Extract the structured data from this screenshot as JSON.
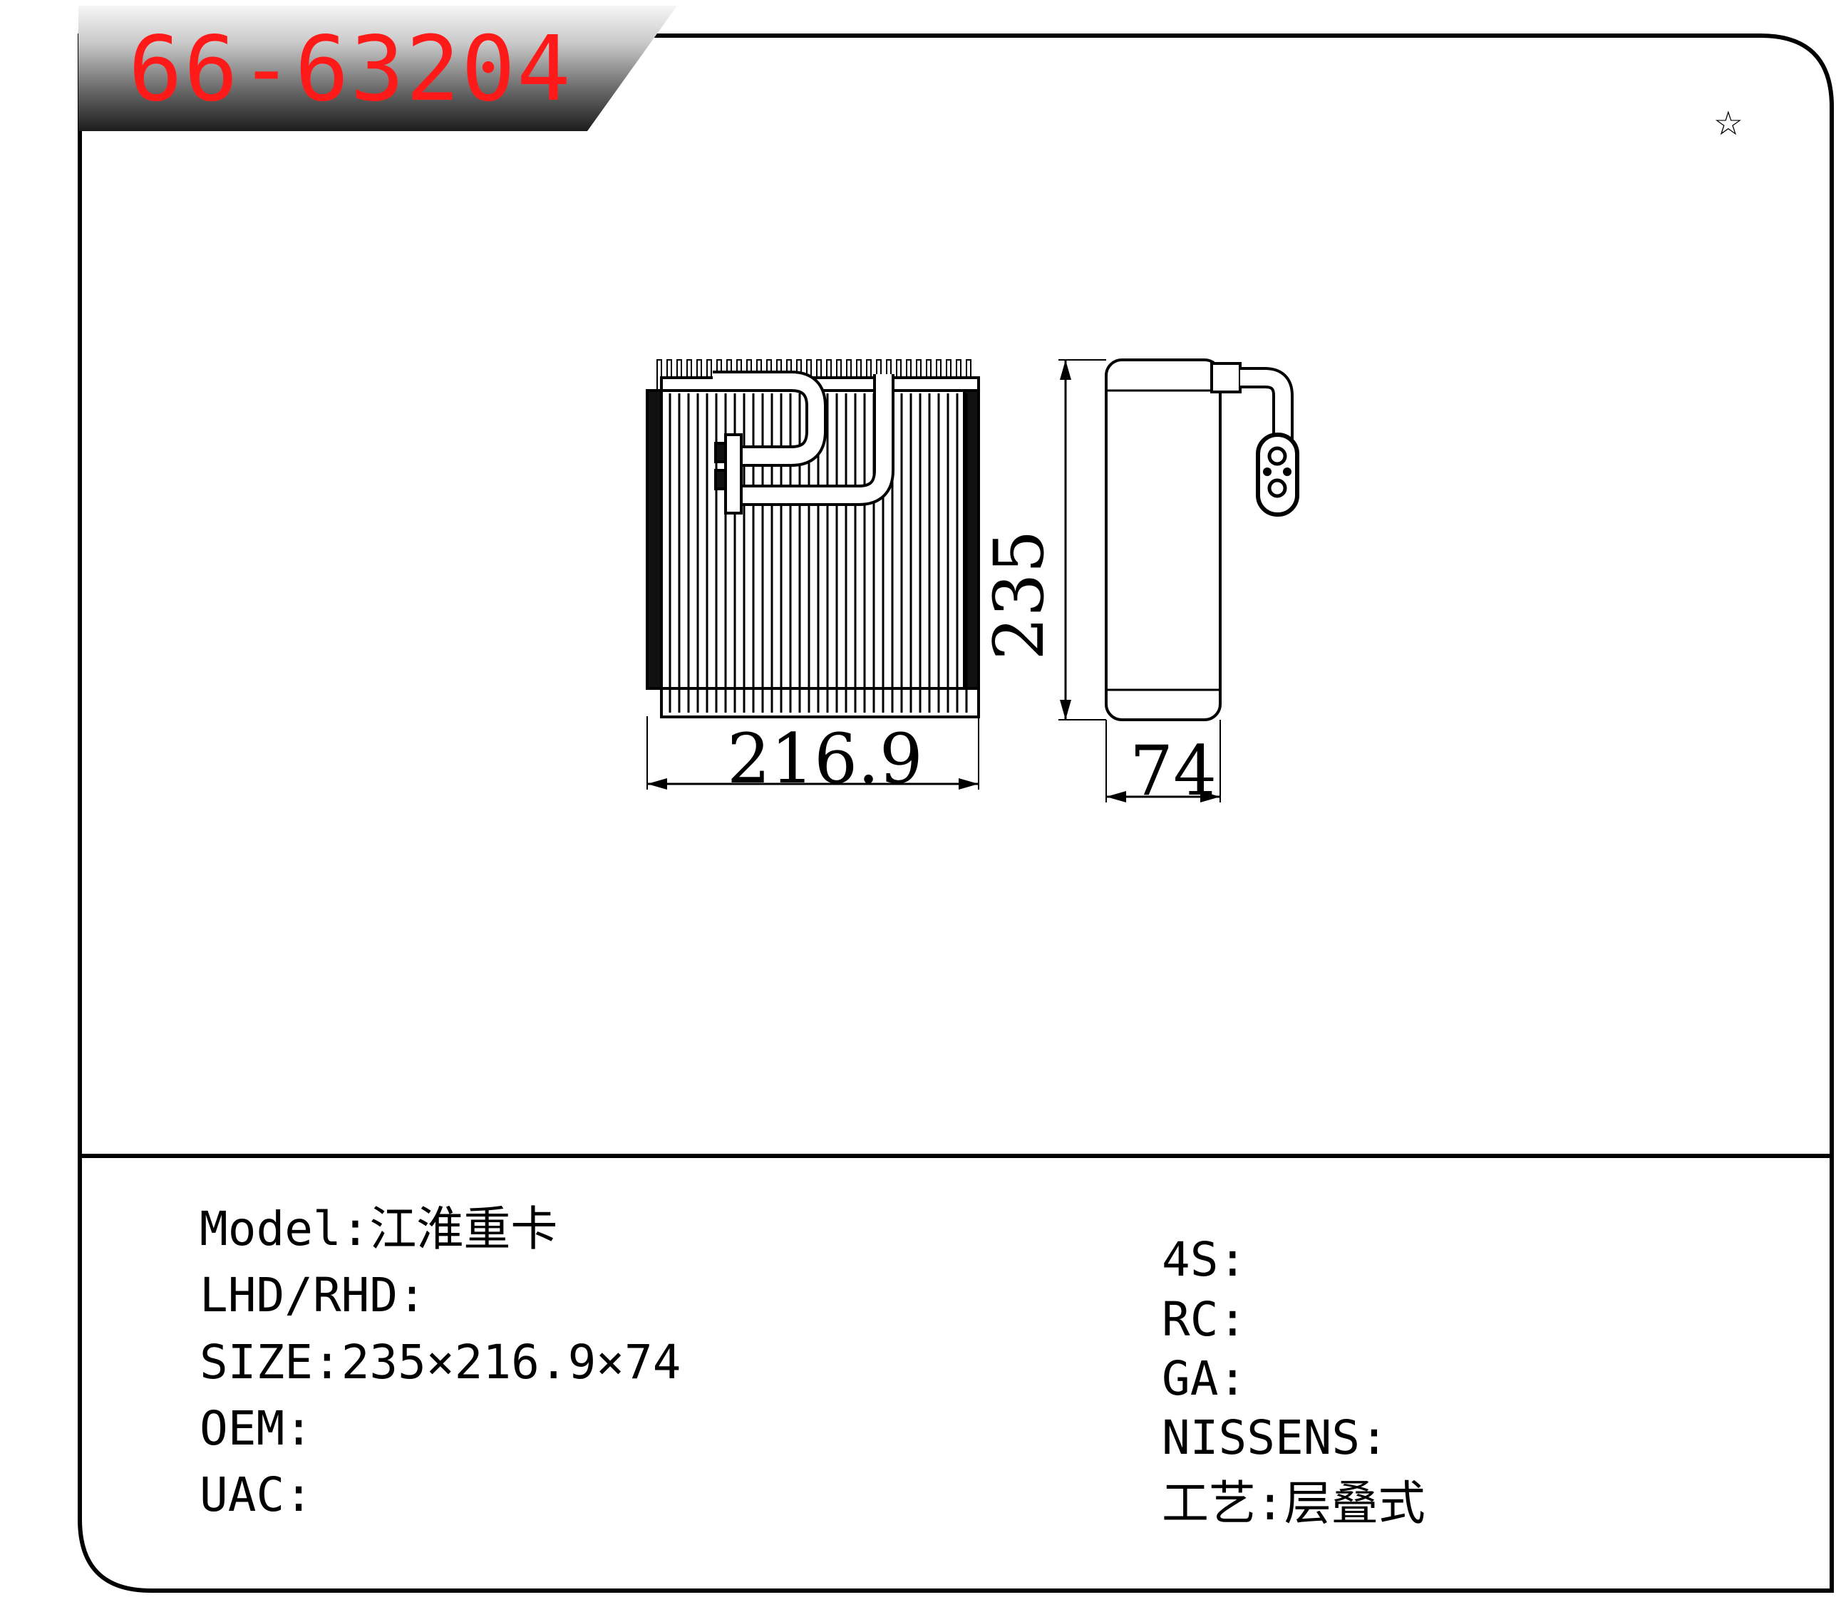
{
  "part_number": "66-63204",
  "icons": {
    "rating": "star-icon"
  },
  "drawing": {
    "width_label": "216.9",
    "height_label": "235",
    "depth_label": "74"
  },
  "specs_left": [
    {
      "label": "Model:",
      "value": "江淮重卡"
    },
    {
      "label": "LHD/RHD:",
      "value": ""
    },
    {
      "label": "SIZE:",
      "value": "235×216.9×74"
    },
    {
      "label": "OEM:",
      "value": ""
    },
    {
      "label": "UAC:",
      "value": ""
    }
  ],
  "specs_right": [
    {
      "label": "4S:",
      "value": ""
    },
    {
      "label": "RC:",
      "value": ""
    },
    {
      "label": "GA:",
      "value": ""
    },
    {
      "label": "NISSENS:",
      "value": ""
    },
    {
      "label": "工艺:",
      "value": "层叠式"
    }
  ],
  "colors": {
    "part_number": "#ff1a1a",
    "frame": "#000000"
  }
}
